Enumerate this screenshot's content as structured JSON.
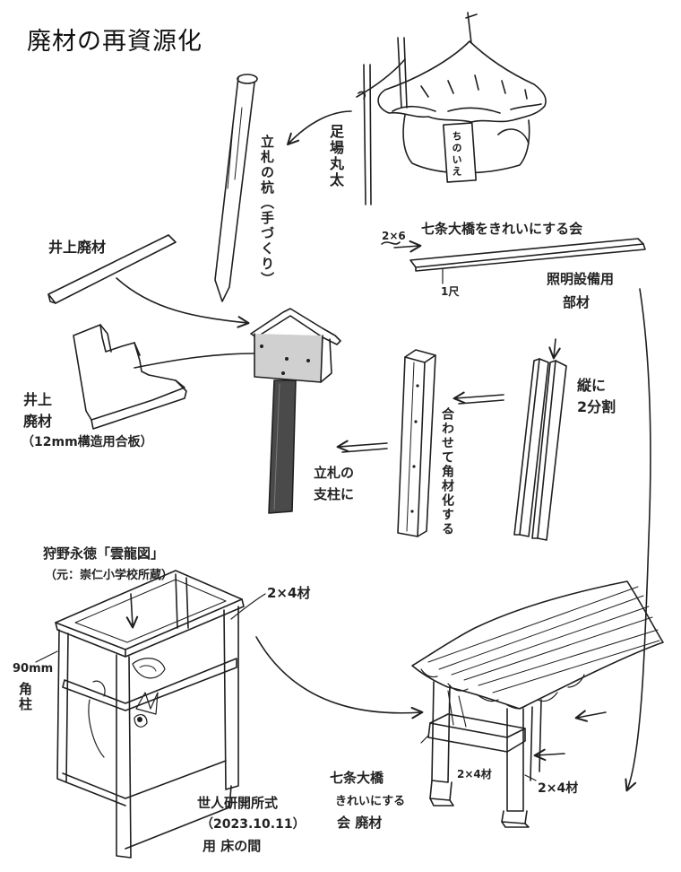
{
  "title": "廃材の再資源化",
  "labels": {
    "ashiba": "足場丸太",
    "hut_sign": "ちのいえ",
    "stake": "立札の杭（手づくり）",
    "ikegami1": "井上廃材",
    "ikegami2_a": "井上",
    "ikegami2_b": "廃材",
    "ply": "（12mm構造用合板）",
    "bench_top": "七条大橋をきれいにする会",
    "bench_num": "2×6",
    "bench_dim": "1尺",
    "lighting_a": "照明設備用",
    "lighting_b": "部材",
    "split_a": "縦に",
    "split_b": "2分割",
    "combine": "合わせて角材化する",
    "post_a": "立札の",
    "post_b": "支柱に",
    "box_a": "狩野永徳「雲龍図」",
    "box_b": "（元：崇仁小学校所蔵）",
    "twobyfour": "2×4材",
    "kakubashira_a": "90mm",
    "kakubashira_b": "角柱",
    "expo_a": "世人研開所式",
    "expo_b": "（2023.10.11）",
    "expo_c": "用  床の間",
    "shichijo_a": "七条大橋",
    "shichijo_b": "きれいにする",
    "shichijo_c": "会 廃材",
    "stand_l": "2×4材",
    "stand_r": "2×4材"
  }
}
